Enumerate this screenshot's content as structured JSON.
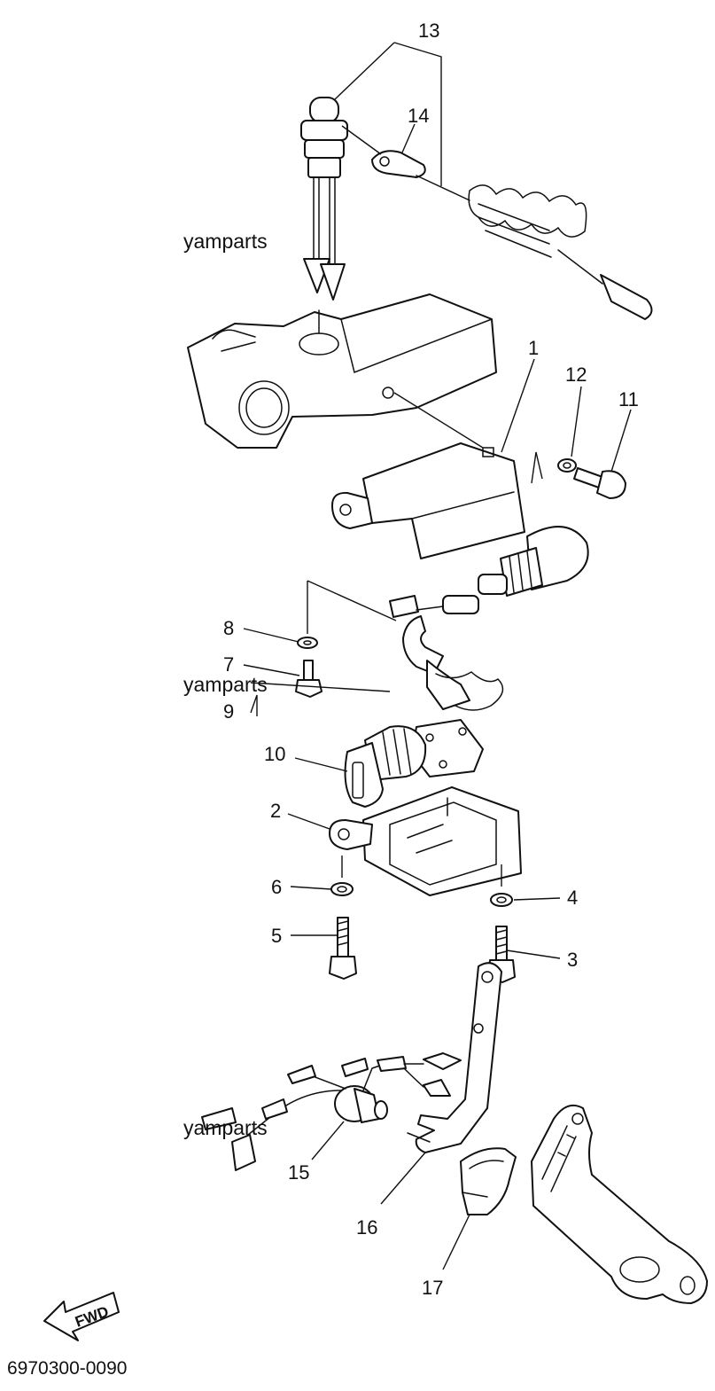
{
  "watermark": "yamparts",
  "diagram_code": "6970300-0090",
  "direction_label": "FWD",
  "callouts": [
    "1",
    "2",
    "3",
    "4",
    "5",
    "6",
    "7",
    "8",
    "9",
    "10",
    "11",
    "12",
    "13",
    "14",
    "15",
    "16",
    "17"
  ]
}
